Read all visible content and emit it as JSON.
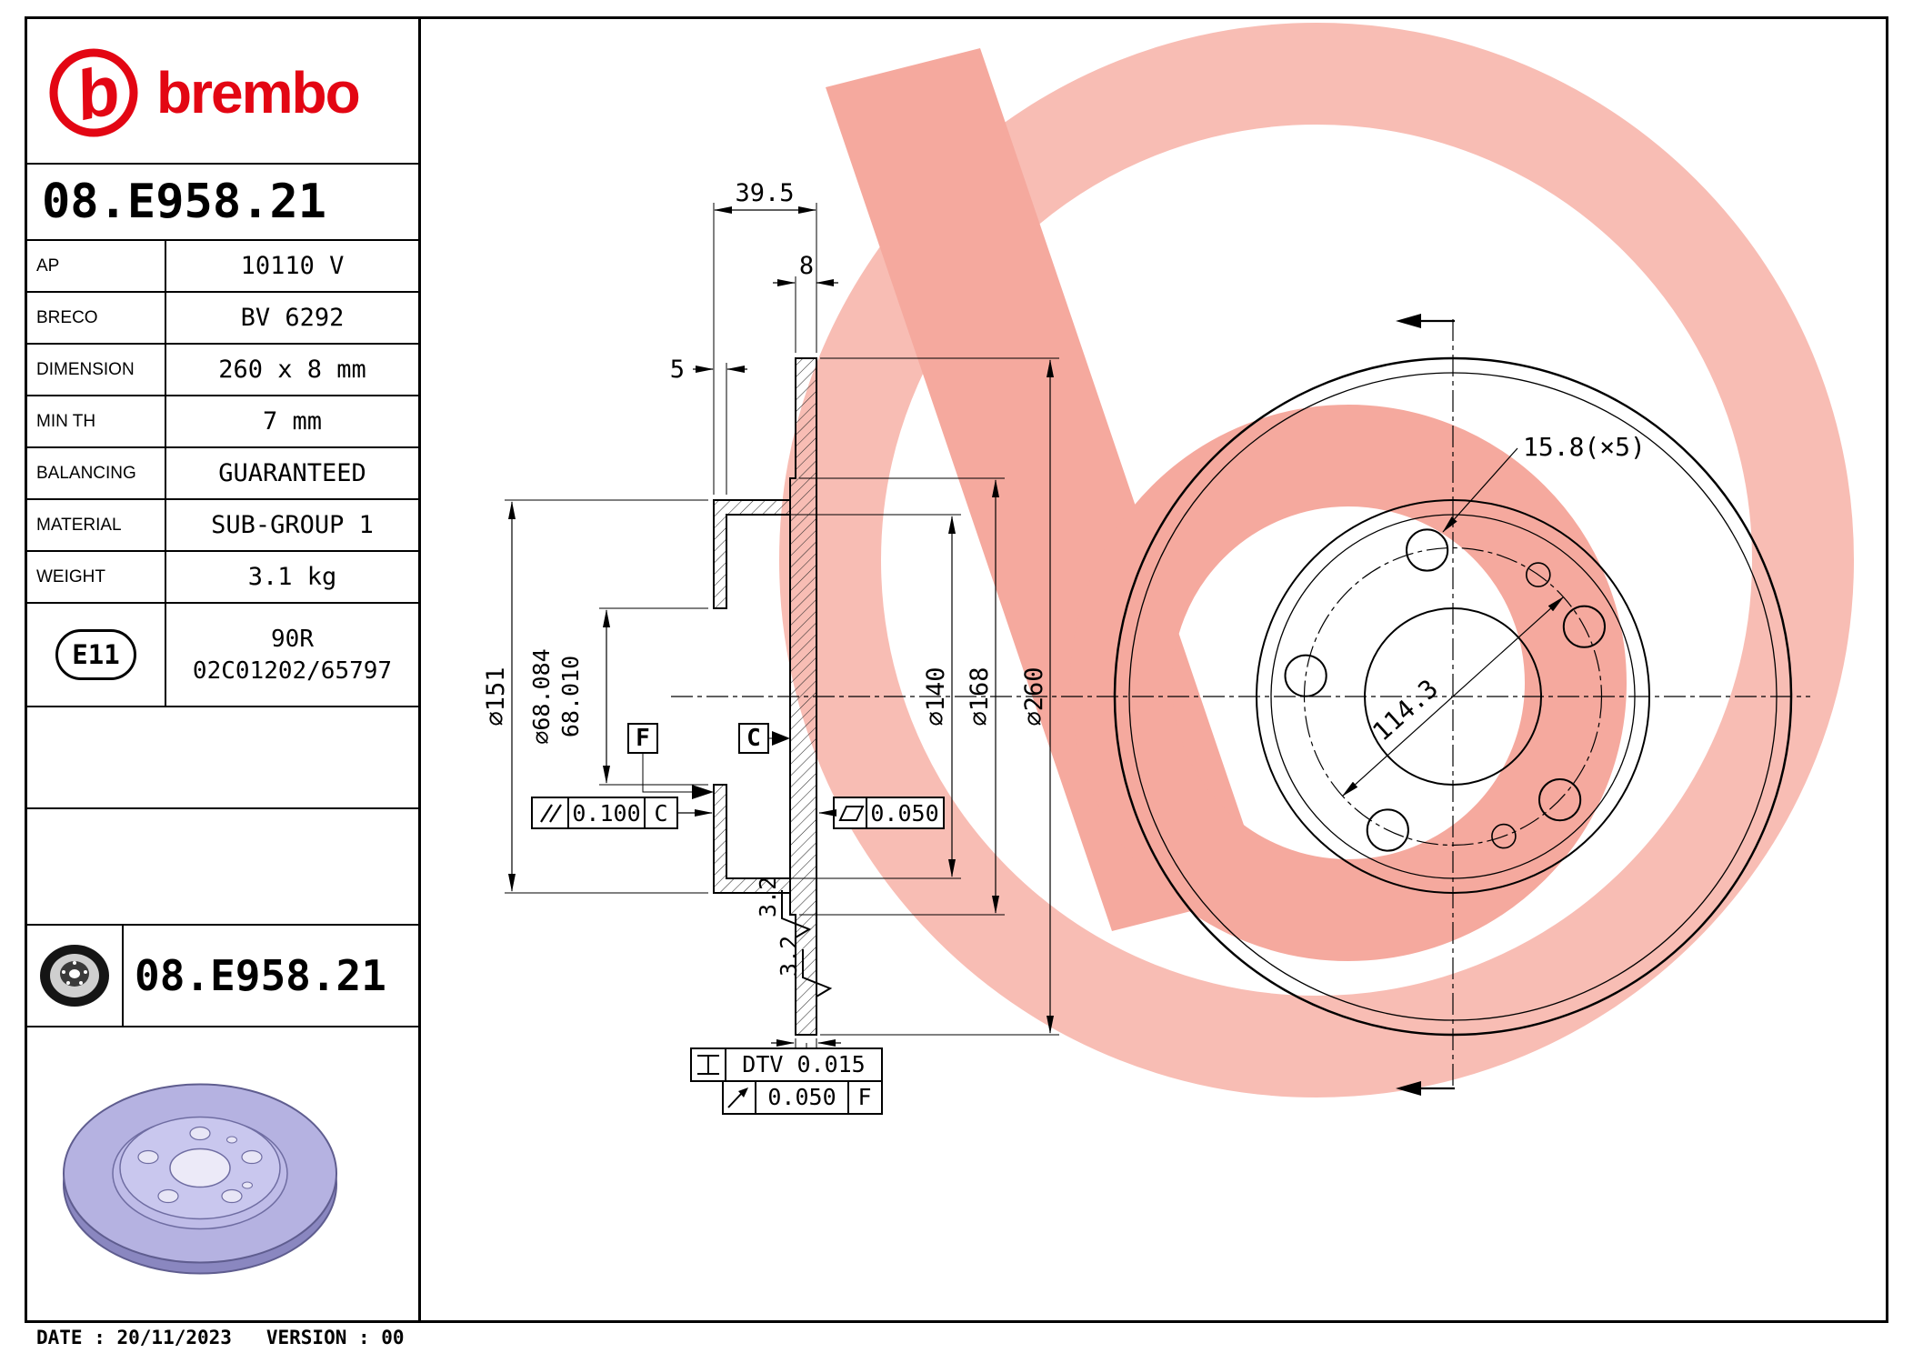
{
  "colors": {
    "brand_red": "#e30613",
    "watermark_light": "#f8bdb4",
    "watermark_mid": "#f5a99e",
    "disc_body": "#b5b2e1",
    "disc_hub": "#c9c7ee",
    "disc_edge": "#8a87c0",
    "line": "#000000"
  },
  "brand": {
    "wordmark": "brembo",
    "mark": "b"
  },
  "part_number": "08.E958.21",
  "spec_table": {
    "rows": [
      {
        "label": "AP",
        "value": "10110 V"
      },
      {
        "label": "BRECO",
        "value": "BV 6292"
      },
      {
        "label": "DIMENSION",
        "value": "260 x 8 mm"
      },
      {
        "label": "MIN TH",
        "value": "7 mm"
      },
      {
        "label": "BALANCING",
        "value": "GUARANTEED"
      },
      {
        "label": "MATERIAL",
        "value": "SUB-GROUP 1"
      },
      {
        "label": "WEIGHT",
        "value": "3.1 kg"
      }
    ]
  },
  "homologation": {
    "badge": "E11",
    "line1": "90R",
    "line2": "02C01202/65797"
  },
  "footer": {
    "text": "DATE : 20/11/2023   VERSION : 00"
  },
  "drawing": {
    "section": {
      "dim_width_total": "39.5",
      "dim_thickness": "8",
      "dim_hat_thickness": "5",
      "dia_hat": "∅151",
      "dia_bore_max": "∅68.084",
      "dia_bore_min": "68.010",
      "dia_inner": "∅140",
      "dia_step": "∅168",
      "dia_outer": "∅260",
      "datum_f": "F",
      "datum_c": "C",
      "parallelism_value": "0.100",
      "parallelism_datum": "C",
      "flatness_value": "0.050",
      "roughness_1": "3.2",
      "roughness_2": "3.2",
      "dtv": "DTV 0.015",
      "runout_value": "0.050",
      "runout_datum": "F"
    },
    "front": {
      "holes": "15.8(×5)",
      "pitch_circle": "114.3"
    }
  }
}
